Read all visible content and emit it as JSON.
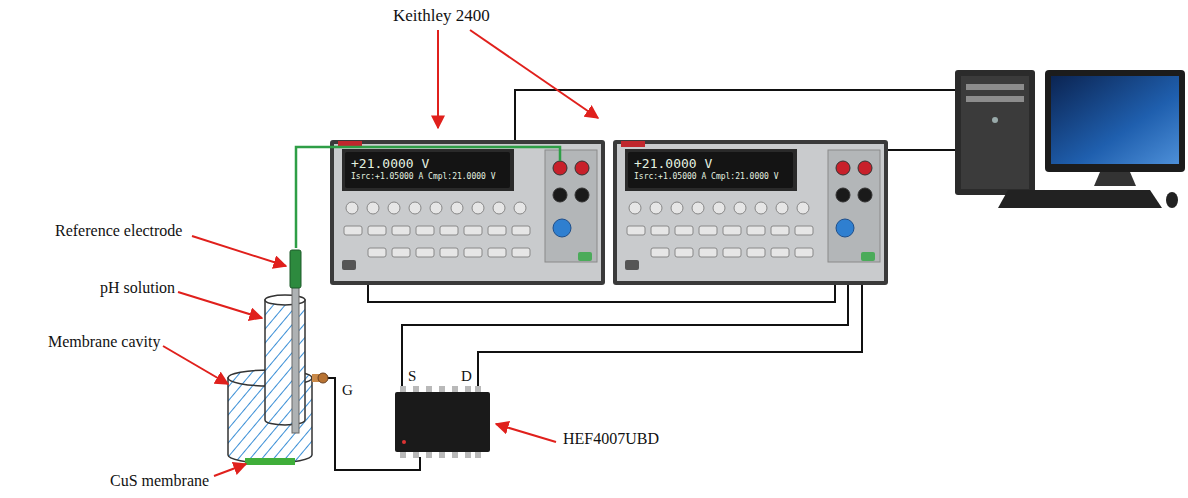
{
  "diagram": {
    "nodes": [
      {
        "text": [
          "+21.0000 V",
          "Isrc:+1.05000 A Cmpl:21.0000 V"
        ]
      },
      {
        "text": [
          "+21.0000 V",
          "Isrc:+1.05000 A Cmpl:21.0000 V"
        ]
      }
    ],
    "labels": [
      "Keithley 2400",
      "Reference electrode",
      "pH solution",
      "Membrane cavity",
      "CuS membrane",
      "HEF4007UBD",
      "S",
      "D",
      "G"
    ]
  }
}
